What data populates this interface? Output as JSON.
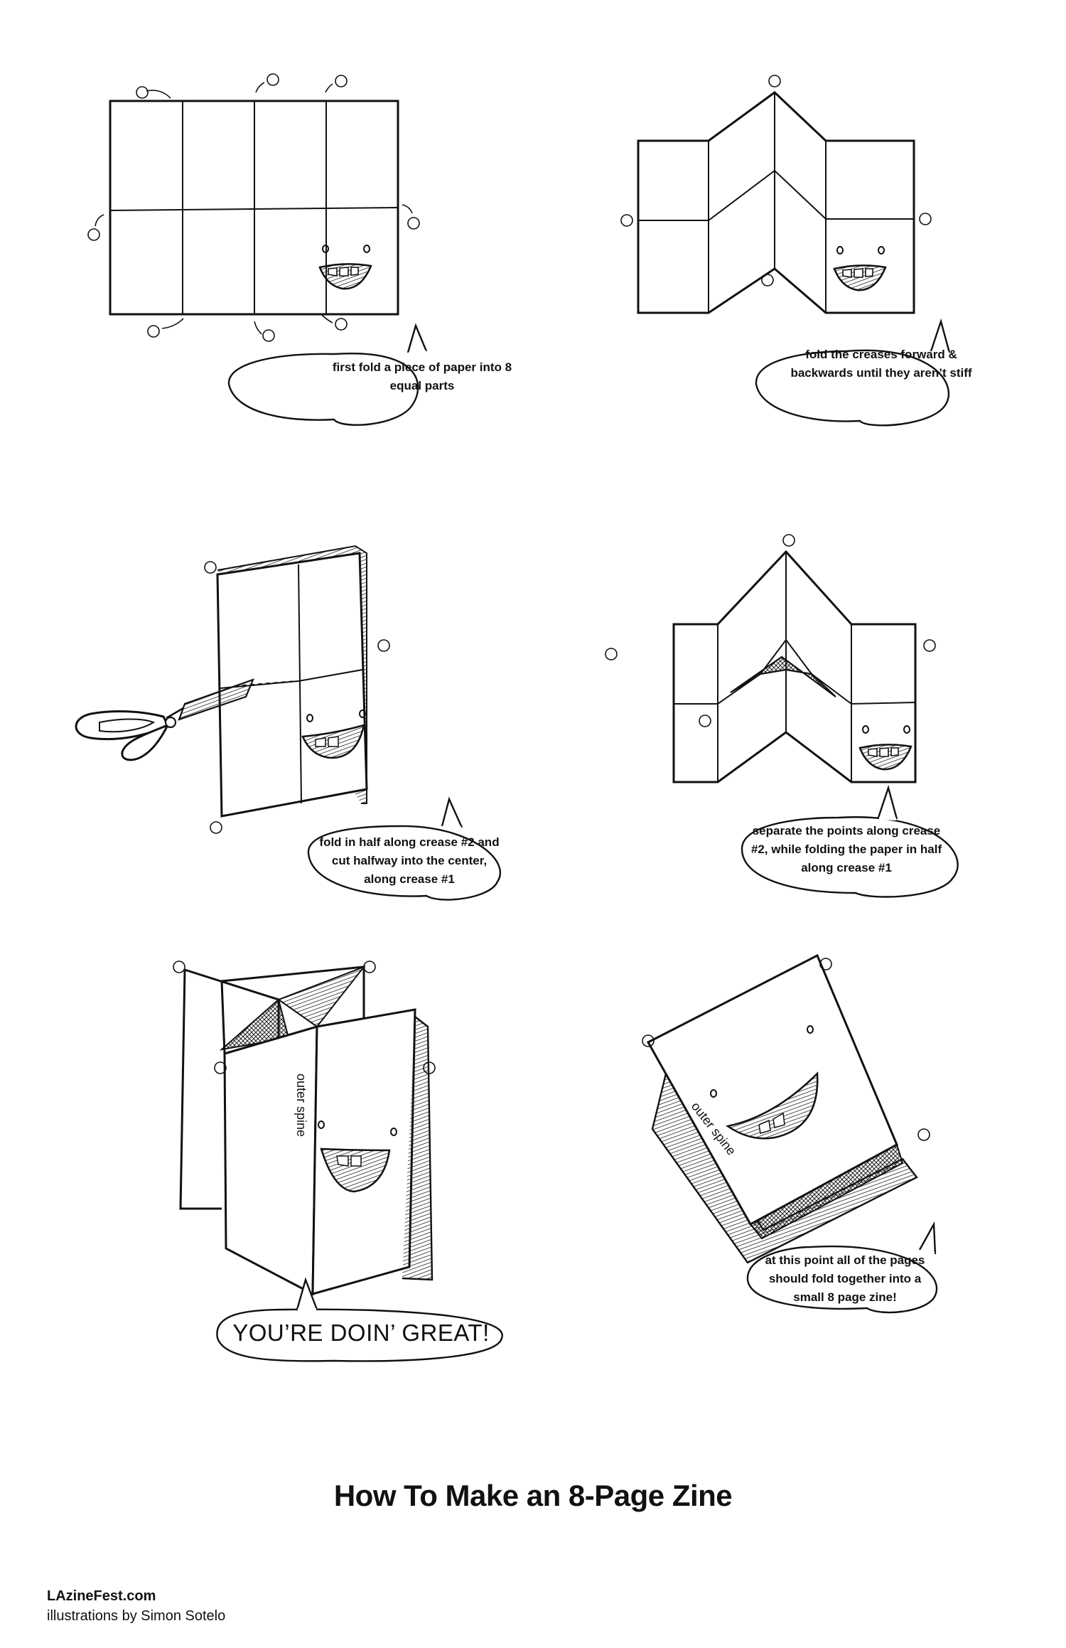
{
  "steps": [
    {
      "caption": "first fold a piece of paper into 8 equal parts"
    },
    {
      "caption": "fold the creases forward & backwards until they aren’t stiff"
    },
    {
      "caption": "fold in half along crease #2 and cut halfway into the center, along crease #1"
    },
    {
      "caption": "separate the points along crease #2, while folding the paper in half along crease #1"
    },
    {
      "caption": "YOU’RE DOIN’ GREAT!"
    },
    {
      "caption": "at this point all of the pages should fold together into a small 8 page zine!"
    }
  ],
  "spine_label": "outer spine",
  "title": "How To Make an 8-Page Zine",
  "footer": {
    "site": "LAzineFest.com",
    "credit": "illustrations by Simon Sotelo"
  }
}
